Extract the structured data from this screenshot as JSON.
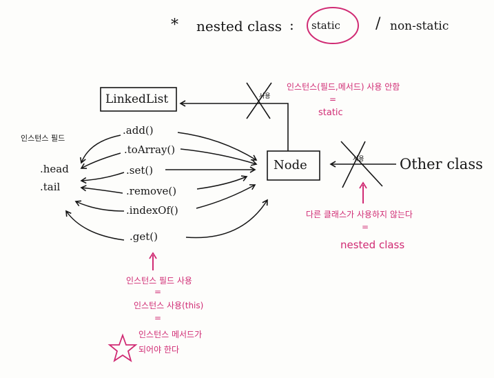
{
  "header": {
    "star": "*",
    "title": "nested class",
    "colon": ":",
    "opt_static": "static",
    "slash": "/",
    "opt_nonstatic": "non-static"
  },
  "boxes": {
    "linkedlist": "LinkedList",
    "node": "Node",
    "other": "Other class"
  },
  "fields": {
    "label": "인스턴스 필드",
    "items": [
      ".head",
      ".tail"
    ]
  },
  "methods": [
    ".add()",
    ".toArray()",
    ".set()",
    ".remove()",
    ".indexOf()",
    ".get()"
  ],
  "notes": {
    "top_line1": "인스턴스(필드,메서드) 사용 안함",
    "top_eq": "=",
    "top_line2": "static",
    "right_line1": "다른 클래스가 사용하지 않는다",
    "right_eq": "=",
    "right_line2": "nested class",
    "bottom_line1": "인스턴스 필드 사용",
    "bottom_eq1": "=",
    "bottom_line2": "인스턴스 사용(this)",
    "bottom_eq2": "=",
    "bottom_line3": "인스턴스 메서드가",
    "bottom_line4": "되어야 한다"
  },
  "colors": {
    "ink": "#151515",
    "accent": "#d02a73",
    "paper": "#fdfdfb"
  }
}
